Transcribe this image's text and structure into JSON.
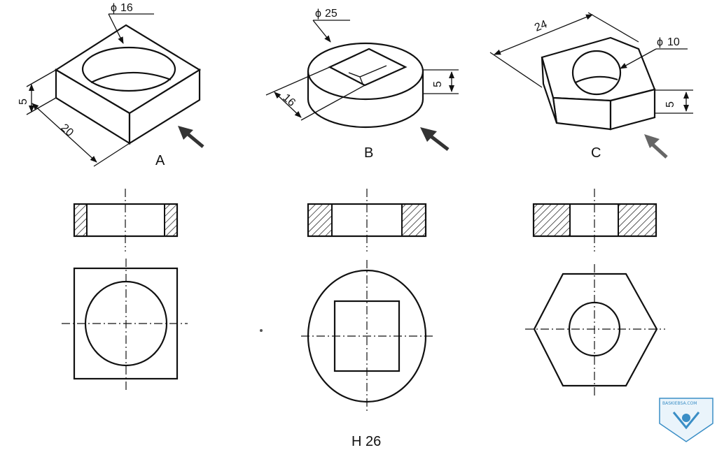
{
  "figure_label": "H 26",
  "objects": [
    {
      "id": "A",
      "label": "A",
      "dims": {
        "hole_dia": "16",
        "height": "5",
        "length": "20"
      }
    },
    {
      "id": "B",
      "label": "B",
      "dims": {
        "outer_dia": "25",
        "height": "5",
        "square": "16"
      }
    },
    {
      "id": "C",
      "label": "C",
      "dims": {
        "hole_dia": "10",
        "height": "5",
        "across": "24"
      }
    }
  ],
  "diameter_symbol": "ϕ",
  "watermark": {
    "text": "BASKIEBSA.COM",
    "color": "#3a8ec6"
  }
}
